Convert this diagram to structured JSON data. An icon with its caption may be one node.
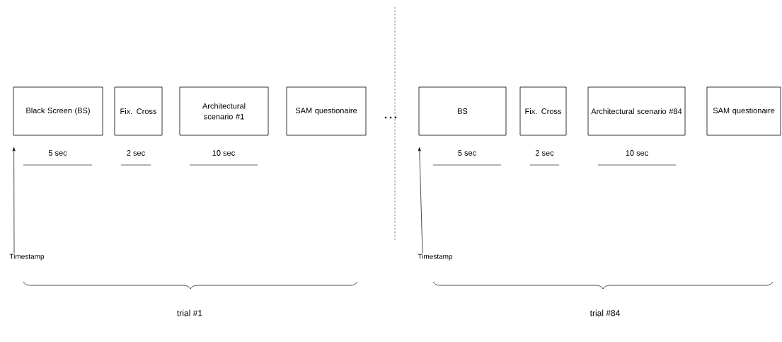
{
  "diagram": {
    "nodes": [
      {
        "text": [
          "Black Screen (BS)"
        ],
        "beside": [
          "5 sec"
        ]
      },
      {
        "text": [
          "Fix. Cross"
        ],
        "beside": [
          "2 sec"
        ]
      },
      {
        "text": [
          "Architectural scenario #1"
        ],
        "beside": [
          "10 sec"
        ]
      },
      {
        "text": [
          "SAM questionaire"
        ]
      },
      {
        "text": [
          "Timestamp"
        ]
      },
      {
        "text": [
          "BS"
        ],
        "beside": [
          "5 sec"
        ]
      },
      {
        "text": [
          "Fix. Cross"
        ],
        "beside": [
          "2 sec"
        ]
      },
      {
        "text": [
          "Architectural scenario #84"
        ],
        "beside": [
          "10 sec"
        ]
      },
      {
        "text": [
          "SAM questionaire"
        ]
      },
      {
        "text": [
          "Timestamp"
        ]
      }
    ],
    "edges": [
      {
        "from": 4,
        "to": 0,
        "arrow": "to"
      },
      {
        "from": 9,
        "to": 5,
        "arrow": "to"
      }
    ],
    "labels": [
      "trial #1",
      "trial #84"
    ]
  }
}
